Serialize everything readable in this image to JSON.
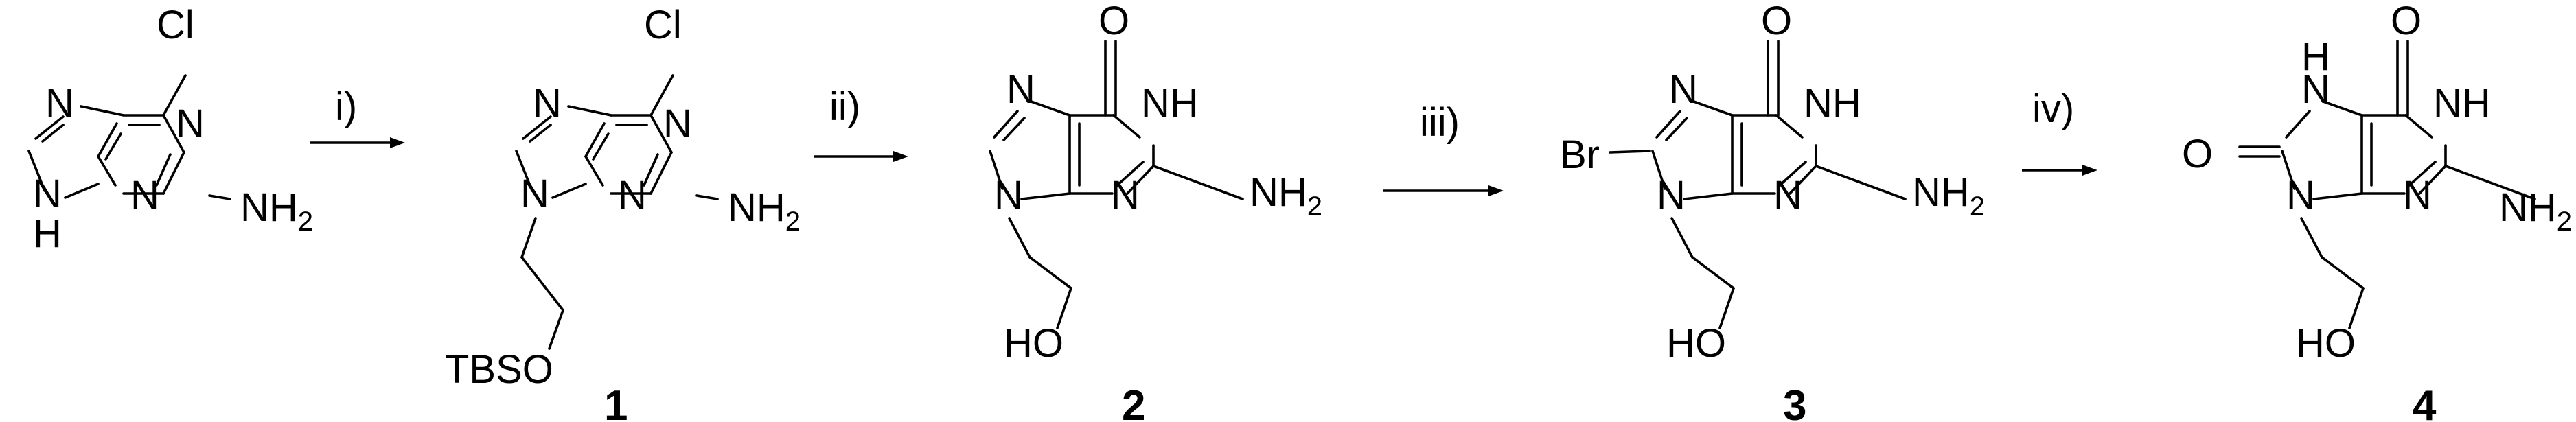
{
  "scheme": {
    "atoms": {
      "cl": "Cl",
      "n": "N",
      "h": "H",
      "nh": "NH",
      "nh2_main": "NH",
      "nh2_sub": "2",
      "o": "O",
      "ho": "HO",
      "br": "Br",
      "tbso": "TBSO"
    },
    "reagents": [
      "i)",
      "ii)",
      "iii)",
      "iv)"
    ],
    "compound_labels": [
      "1",
      "2",
      "3",
      "4"
    ]
  }
}
